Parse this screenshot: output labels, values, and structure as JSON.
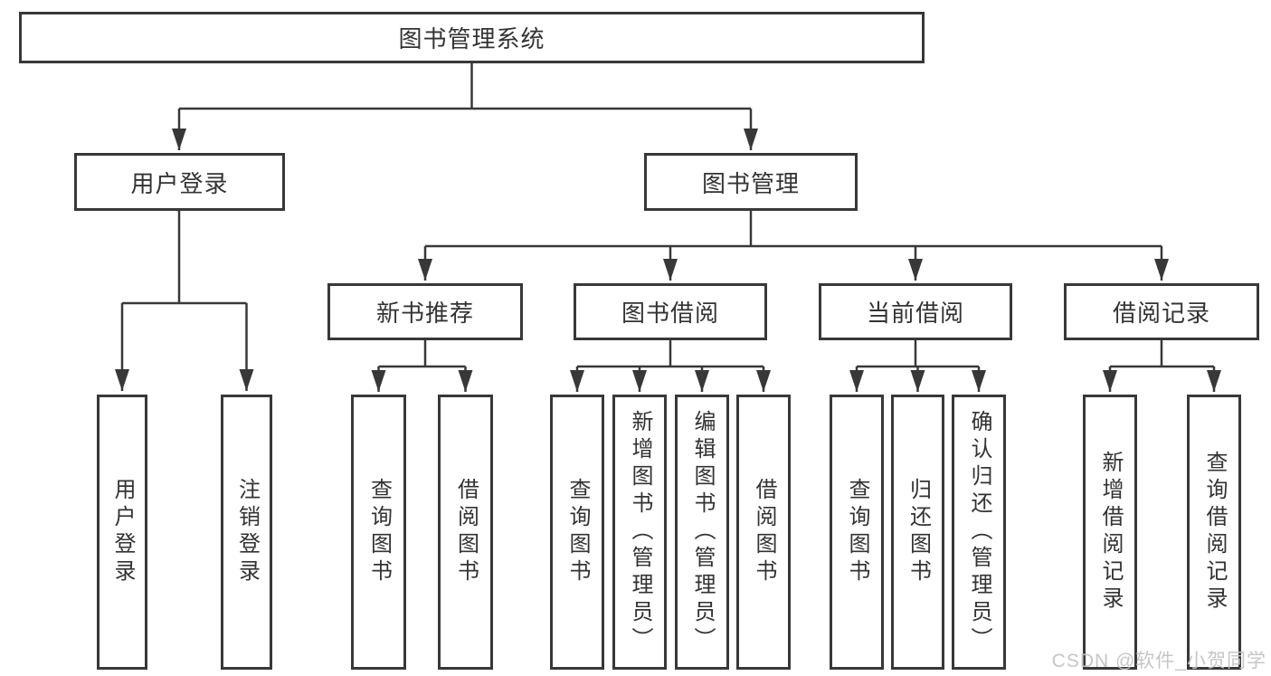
{
  "diagram": {
    "root": {
      "label": "图书管理系统",
      "children": [
        {
          "label": "用户登录",
          "children": [
            {
              "label": "用户登录"
            },
            {
              "label": "注销登录"
            }
          ]
        },
        {
          "label": "图书管理",
          "children": [
            {
              "label": "新书推荐",
              "children": [
                {
                  "label": "查询图书"
                },
                {
                  "label": "借阅图书"
                }
              ]
            },
            {
              "label": "图书借阅",
              "children": [
                {
                  "label": "查询图书"
                },
                {
                  "label": "新增图书（管理员）"
                },
                {
                  "label": "编辑图书（管理员）"
                },
                {
                  "label": "借阅图书"
                }
              ]
            },
            {
              "label": "当前借阅",
              "children": [
                {
                  "label": "查询图书"
                },
                {
                  "label": "归还图书"
                },
                {
                  "label": "确认归还（管理员）"
                }
              ]
            },
            {
              "label": "借阅记录",
              "children": [
                {
                  "label": "新增借阅记录"
                },
                {
                  "label": "查询借阅记录"
                }
              ]
            }
          ]
        }
      ]
    }
  },
  "watermark": {
    "text": "CSDN @软件_小贺同学"
  },
  "colors": {
    "line": "#383838",
    "text": "#333333",
    "watermark": "#c3c3c3",
    "background": "#ffffff"
  }
}
